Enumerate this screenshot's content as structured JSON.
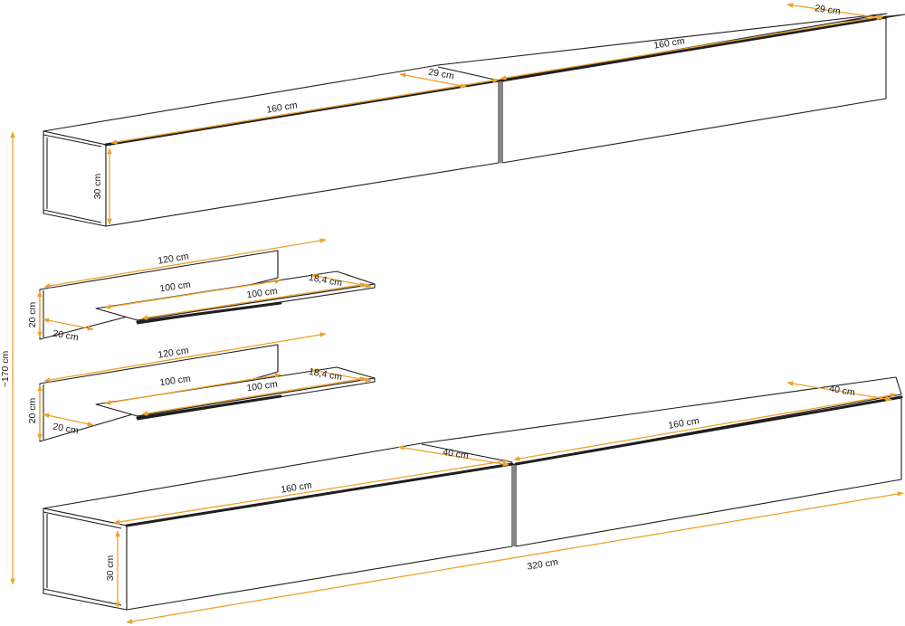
{
  "colors": {
    "background": "#ffffff",
    "outline": "#1f1f1f",
    "dimension_line": "#f0a12b",
    "text": "#1a1a1a"
  },
  "labels": {
    "total_height": "~170 cm",
    "top_unit_width_left": "160 cm",
    "top_unit_depth_left": "29 cm",
    "top_unit_width_right": "160 cm",
    "top_unit_depth_right": "29 cm",
    "top_unit_height": "30 cm",
    "shelf1_panel_width": "120 cm",
    "shelf1_panel_height": "20 cm",
    "shelf1_panel_depth": "20 cm",
    "shelf1_board_back": "100 cm",
    "shelf1_board_front": "100 cm",
    "shelf1_board_depth": "18,4 cm",
    "shelf2_panel_width": "120 cm",
    "shelf2_panel_height": "20 cm",
    "shelf2_panel_depth": "20 cm",
    "shelf2_board_back": "100 cm",
    "shelf2_board_front": "100 cm",
    "shelf2_board_depth": "18,4 cm",
    "bottom_unit_width_left": "160 cm",
    "bottom_unit_depth_left": "40 cm",
    "bottom_unit_width_right": "160 cm",
    "bottom_unit_depth_right": "40 cm",
    "bottom_unit_height": "30 cm",
    "bottom_total_width": "320 cm"
  }
}
